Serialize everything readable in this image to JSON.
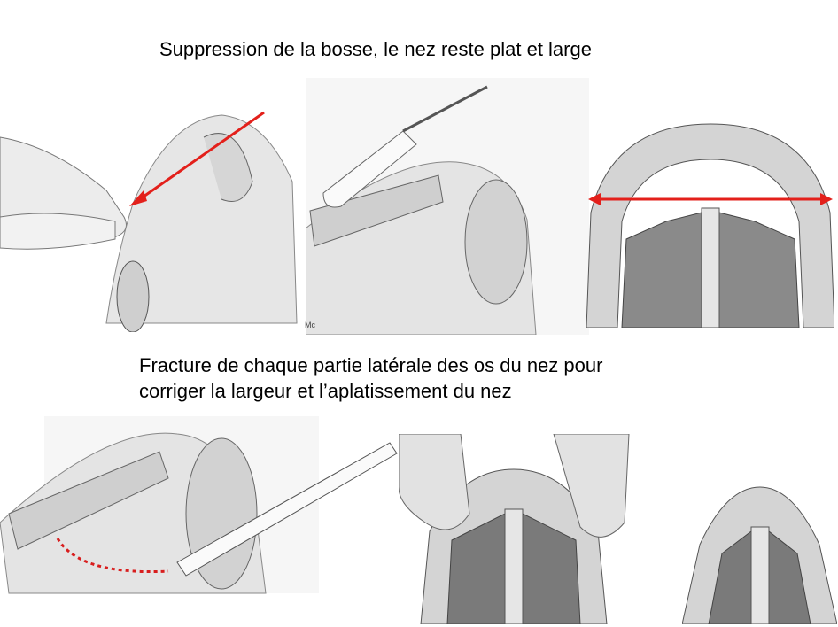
{
  "slide": {
    "title": "Suppression de la bosse, le nez reste plat et large",
    "subtitle_line1": "Fracture de chaque partie latérale des os du nez pour",
    "subtitle_line2": "corriger la largeur et l’aplatissement du nez",
    "signature": "Mc"
  },
  "colors": {
    "arrow": "#e3201b",
    "dotted_line": "#d81e1e",
    "illustration": "#d8d8d8"
  }
}
